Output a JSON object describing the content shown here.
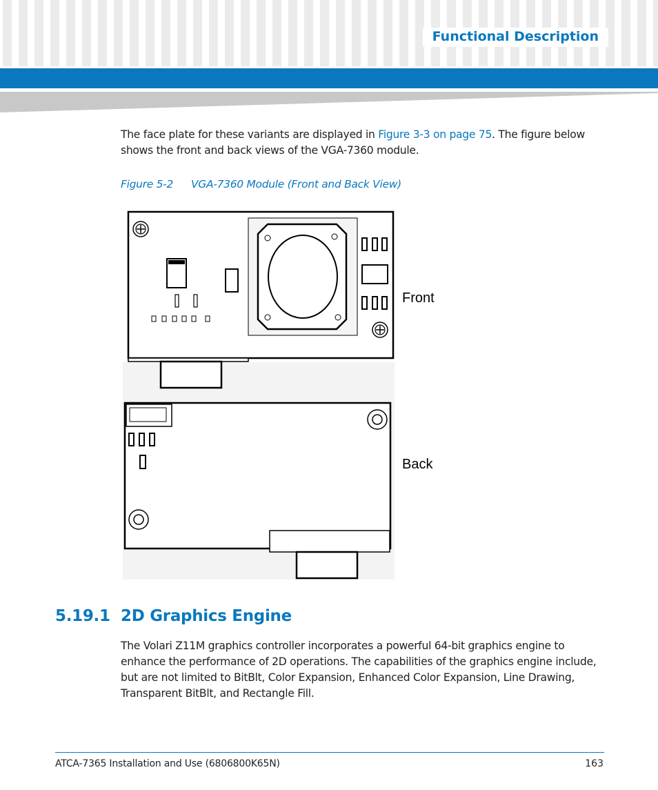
{
  "header": {
    "section_title": "Functional Description"
  },
  "intro": {
    "text_before_link": "The face plate for these variants are displayed in ",
    "link_text": "Figure 3-3 on page 75",
    "text_after_link": ". The figure below shows the front and back views of the VGA-7360 module."
  },
  "figure": {
    "number": "Figure 5-2",
    "title": "VGA-7360 Module (Front and Back View)",
    "front_label": "Front",
    "back_label": "Back"
  },
  "section": {
    "number": "5.19.1",
    "title": "2D Graphics Engine",
    "body": "The Volari Z11M graphics controller incorporates a powerful 64-bit graphics engine to enhance the performance of 2D operations. The capabilities of the graphics engine include, but are not limited to BitBlt, Color Expansion, Enhanced Color Expansion, Line Drawing, Transparent BitBlt, and Rectangle Fill."
  },
  "footer": {
    "document": "ATCA-7365 Installation and Use (6806800K65N)",
    "page_number": "163"
  },
  "colors": {
    "accent": "#0a78be",
    "text": "#231f20"
  }
}
